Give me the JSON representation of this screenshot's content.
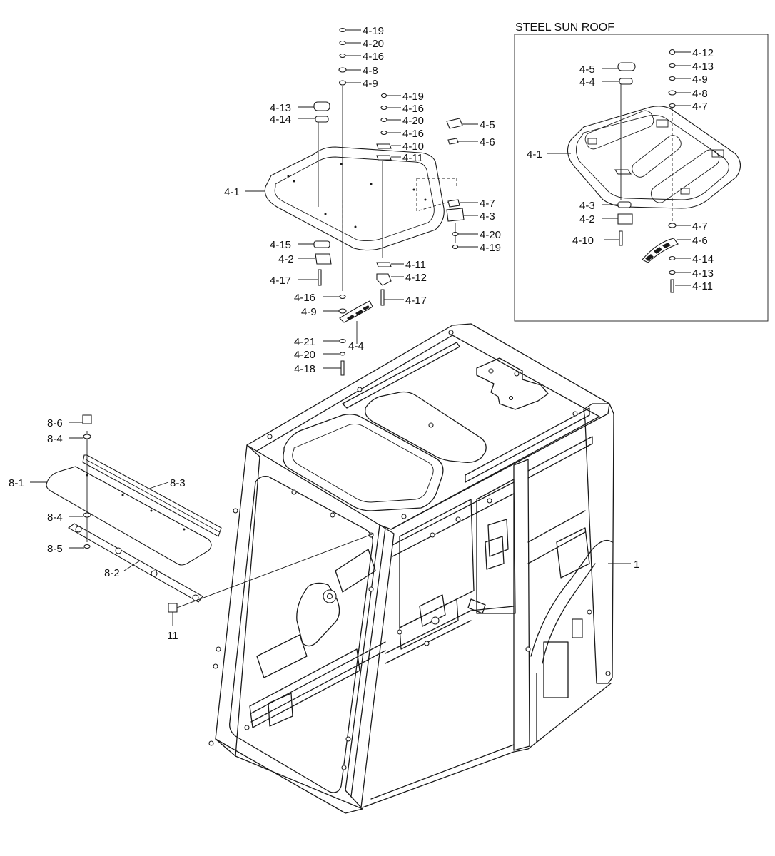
{
  "inset": {
    "title": "STEEL SUN ROOF"
  },
  "labels": {
    "m419a": "4-19",
    "m420a": "4-20",
    "m416a": "4-16",
    "m48a": "4-8",
    "m49a": "4-9",
    "m419b": "4-19",
    "m416b": "4-16",
    "m420b": "4-20",
    "m416c": "4-16",
    "m410": "4-10",
    "m411a": "4-11",
    "m45": "4-5",
    "m46": "4-6",
    "m413": "4-13",
    "m414": "4-14",
    "m41": "4-1",
    "m47": "4-7",
    "m43": "4-3",
    "m420c": "4-20",
    "m419c": "4-19",
    "m415": "4-15",
    "m42": "4-2",
    "m417a": "4-17",
    "m411b": "4-11",
    "m412": "4-12",
    "m417b": "4-17",
    "m416d": "4-16",
    "m49b": "4-9",
    "m421": "4-21",
    "m44": "4-4",
    "m420d": "4-20",
    "m418": "4-18",
    "s412": "4-12",
    "s413a": "4-13",
    "s49": "4-9",
    "s48": "4-8",
    "s47a": "4-7",
    "s45": "4-5",
    "s44": "4-4",
    "s41": "4-1",
    "s43": "4-3",
    "s42": "4-2",
    "s410": "4-10",
    "s47b": "4-7",
    "s46": "4-6",
    "s414": "4-14",
    "s413b": "4-13",
    "s411": "4-11",
    "c86": "8-6",
    "c84a": "8-4",
    "c81": "8-1",
    "c83": "8-3",
    "c84b": "8-4",
    "c85": "8-5",
    "c82": "8-2",
    "c11": "11",
    "c1": "1"
  }
}
